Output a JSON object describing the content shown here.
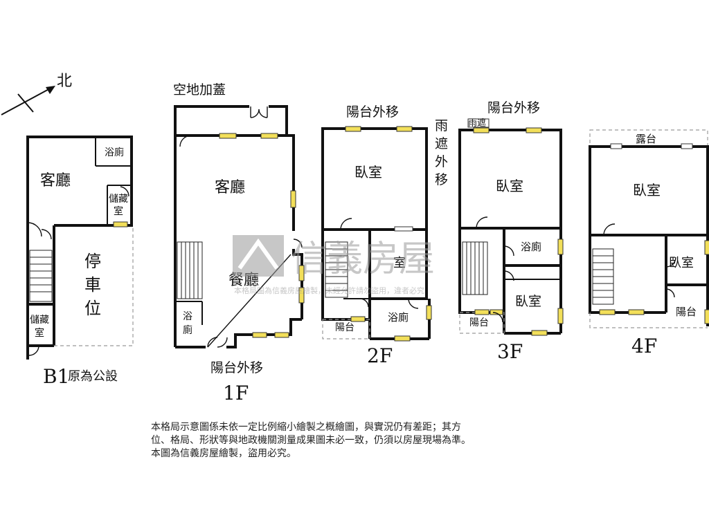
{
  "compass": {
    "label": "北"
  },
  "floors": {
    "b1": {
      "title": "B1",
      "note": "原為公設",
      "rooms": {
        "living": "客廳",
        "bath": "浴廁",
        "storage_top_1": "儲藏",
        "storage_top_2": "室",
        "parking_1": "停",
        "parking_2": "車",
        "parking_3": "位",
        "storage_bottom_1": "儲藏",
        "storage_bottom_2": "室"
      }
    },
    "f1": {
      "title": "1F",
      "rooms": {
        "addition": "空地加蓋",
        "living": "客廳",
        "dining": "餐廳",
        "bath_1": "浴",
        "bath_2": "廁",
        "balcony_moved": "陽台外移"
      }
    },
    "f2": {
      "title": "2F",
      "rooms": {
        "balcony_moved": "陽台外移",
        "canopy_1": "雨",
        "canopy_2": "遮",
        "canopy_3": "外",
        "canopy_4": "移",
        "bedroom": "臥室",
        "room": "室",
        "balcony": "陽台",
        "bath": "浴廁"
      }
    },
    "f3": {
      "title": "3F",
      "rooms": {
        "balcony_moved": "陽台外移",
        "canopy": "雨遮",
        "bedroom_1": "臥室",
        "bath": "浴廁",
        "bedroom_2": "臥室",
        "balcony": "陽台"
      }
    },
    "f4": {
      "title": "4F",
      "rooms": {
        "terrace": "露台",
        "bedroom_1": "臥室",
        "bedroom_2": "臥室",
        "balcony": "陽台"
      }
    }
  },
  "watermark": {
    "brand": "信義房屋",
    "subtext": "本格局圖為信義房屋繪製，未經允許請勿盜用，違者必究"
  },
  "disclaimer": {
    "line1": "本格局示意圖係未依一定比例縮小繪製之概繪圖，與實況仍有差距；其方",
    "line2": "位、格局、形狀等與地政機關測量成果圖未必一致，仍須以房屋現場為準。",
    "line3": "本圖為信義房屋繪製，盜用必究。"
  }
}
